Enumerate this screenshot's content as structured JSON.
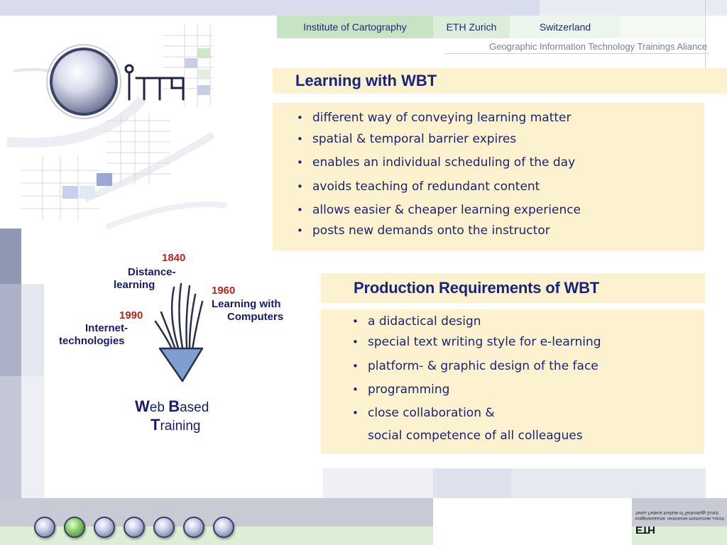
{
  "header": {
    "nav": [
      "Institute of Cartography",
      "ETH Zurich",
      "Switzerland"
    ],
    "subtitle": "Geographic Information Technology Trainings Aliance"
  },
  "section1": {
    "title": "Learning with WBT",
    "bullets": [
      "different way of conveying learning matter",
      "spatial & temporal barrier expires",
      "enables an individual scheduling of the day",
      "avoids teaching of redundant content",
      "allows easier & cheaper learning experience",
      "posts new demands onto the instructor"
    ]
  },
  "section2": {
    "title": "Production Requirements of WBT",
    "bullets": [
      "a didactical design",
      "special text writing style for e-learning",
      "platform- & graphic design of the face",
      "programming",
      "close collaboration &",
      "social competence of all colleagues"
    ]
  },
  "timeline": {
    "items": [
      {
        "year": "1840",
        "label_line1": "Distance-",
        "label_line2": "learning"
      },
      {
        "year": "1960",
        "label_line1": "Learning with",
        "label_line2": "Computers"
      },
      {
        "year": "1990",
        "label_line1": "Internet-",
        "label_line2": "technologies"
      }
    ],
    "result_w": "W",
    "result_w_rest": "eb ",
    "result_b": "B",
    "result_b_rest": "ased",
    "result_t": "T",
    "result_t_rest": "raining"
  },
  "footer": {
    "pager_count": 7,
    "active_page": 2,
    "eth_text_line1": "Eidgenössische Technische Hochschule Zürich",
    "eth_text_line2": "Swiss Federal Institute of Technology Zurich",
    "eth_mark": "ETH"
  },
  "colors": {
    "panel": "#fcf2cf",
    "navy": "#1a237e",
    "year_red": "#b3261e",
    "nav_green": "#c8e3c3"
  },
  "icons": [
    "gitta-logo-icon",
    "convergence-arrow-icon",
    "nav-ball-icon"
  ]
}
